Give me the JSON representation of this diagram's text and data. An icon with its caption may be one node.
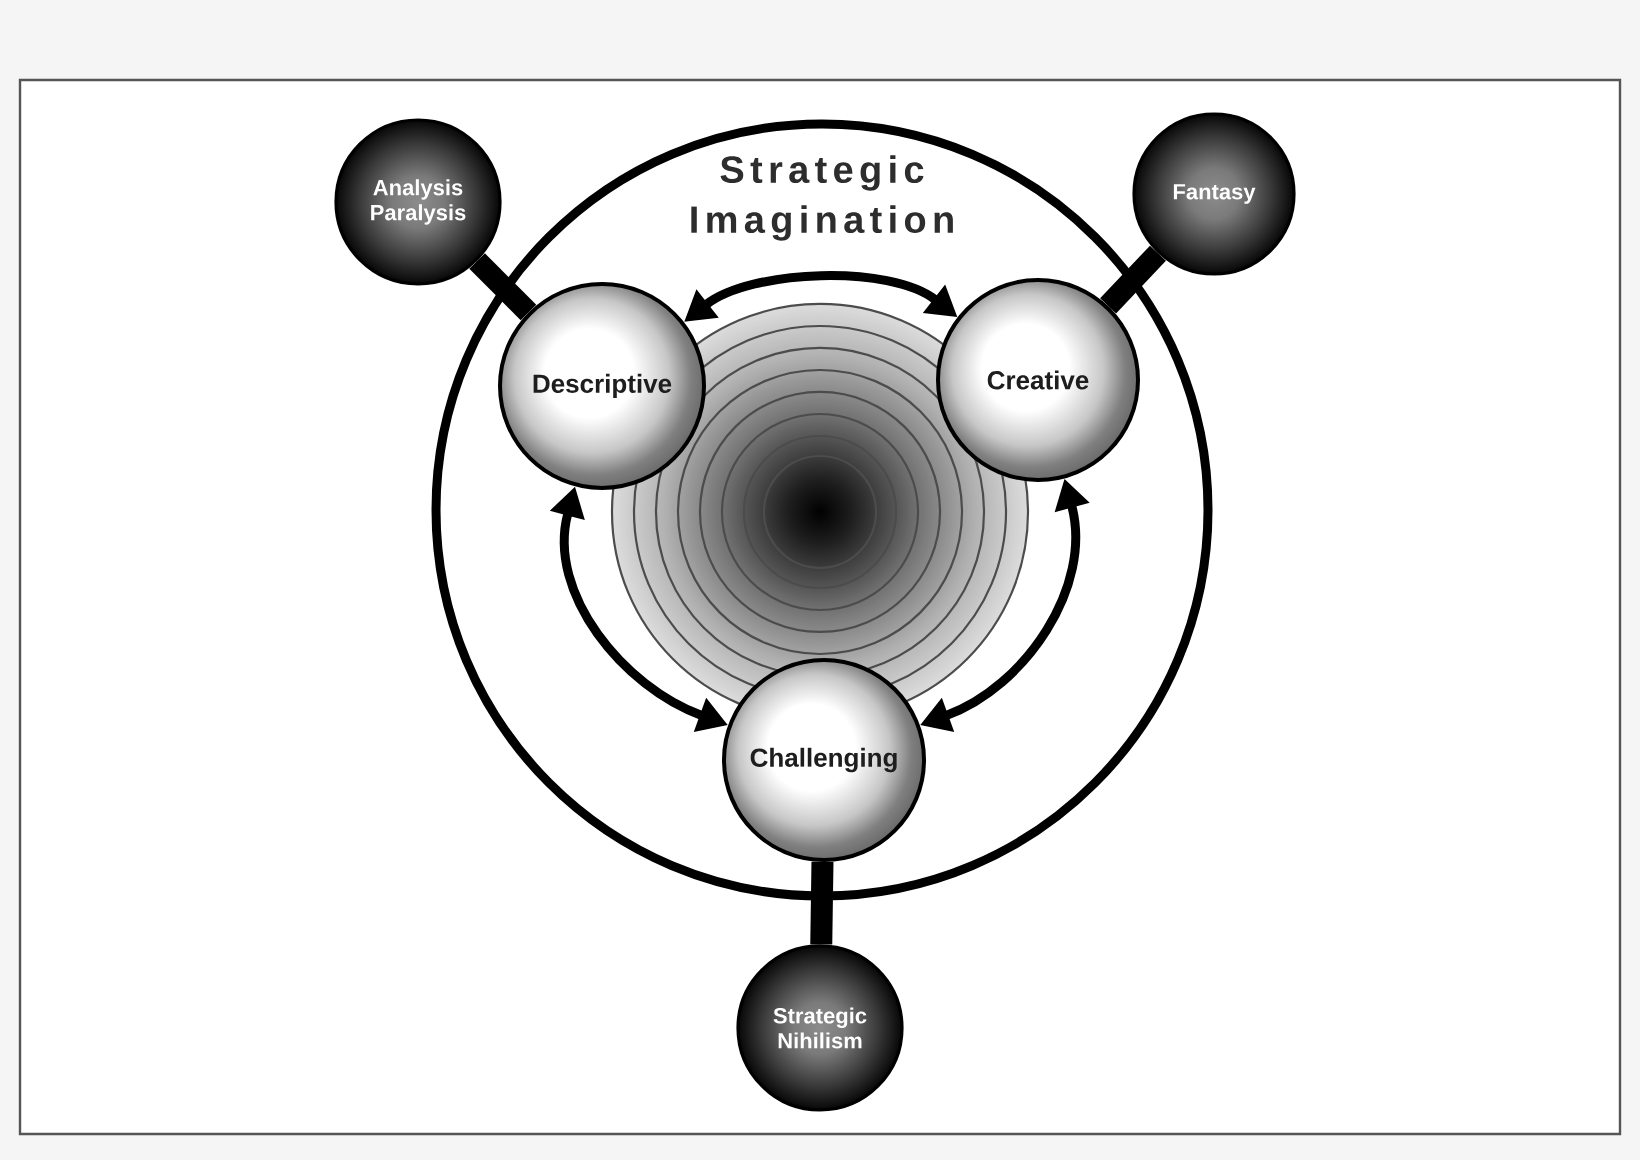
{
  "diagram": {
    "nodes": [
      {
        "text": [
          "Analysis Paralysis"
        ]
      },
      {
        "text": [
          "Strategic Imagination"
        ]
      },
      {
        "text": [
          "Fantasy"
        ]
      },
      {
        "text": [
          "Descriptive"
        ],
        "in": 1
      },
      {
        "text": [
          "Creative"
        ],
        "in": 1
      },
      {
        "text": [
          "Challenging"
        ],
        "in": 1
      },
      {
        "text": [
          "Strategic Nihilism"
        ]
      }
    ],
    "edges": [
      {
        "from": 3,
        "to": 4,
        "arrow": "both"
      },
      {
        "from": 3,
        "to": 5,
        "arrow": "both"
      },
      {
        "from": 4,
        "to": 5,
        "arrow": "both"
      },
      {
        "from": 0,
        "to": 3,
        "arrow": "none",
        "style": "thick"
      },
      {
        "from": 2,
        "to": 4,
        "arrow": "none",
        "style": "thick"
      },
      {
        "from": 5,
        "to": 6,
        "arrow": "none",
        "style": "thick"
      }
    ]
  }
}
